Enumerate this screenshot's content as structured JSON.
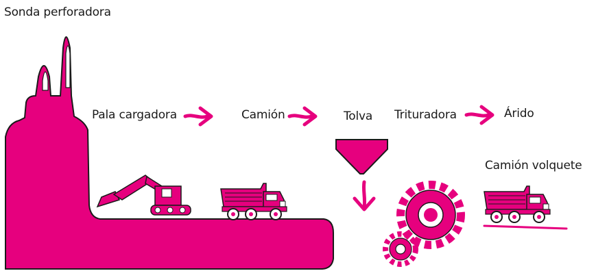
{
  "colors": {
    "accent": "#e6007e",
    "ink": "#1a1a1a",
    "background": "#ffffff"
  },
  "labels": {
    "drill_rig": "Sonda perforadora",
    "loader": "Pala cargadora",
    "truck": "Camión",
    "hopper": "Tolva",
    "crusher": "Trituradora",
    "aggregate": "Árido",
    "dump_truck": "Camión volquete"
  },
  "icons": [
    "drill-rig-silhouette",
    "excavator-icon",
    "truck-icon",
    "hopper-icon",
    "gear-icon",
    "dump-truck-icon",
    "arrow-right-icon",
    "arrow-down-icon"
  ]
}
